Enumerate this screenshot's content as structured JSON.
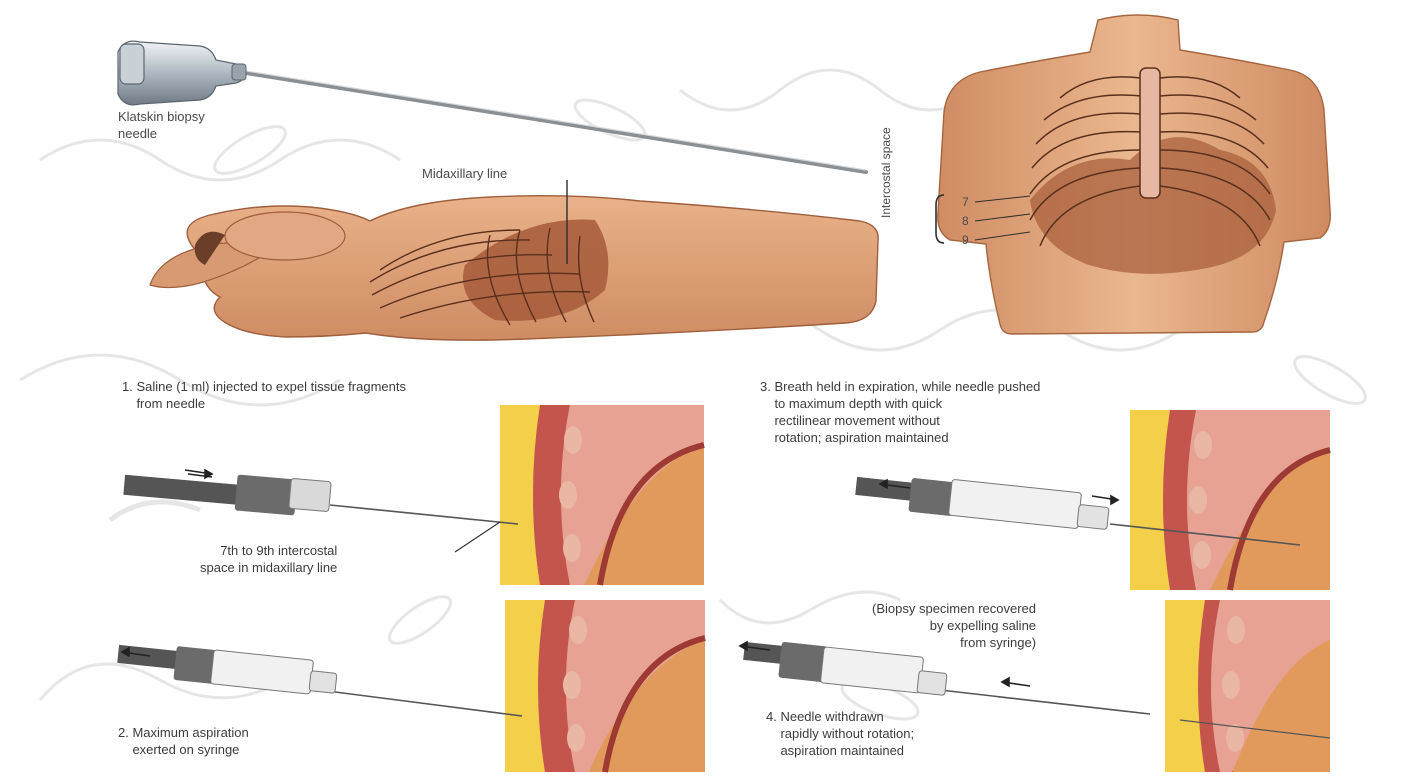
{
  "colors": {
    "skin": "#dfa47c",
    "skin_dark": "#b9744e",
    "liver": "#9a4e33",
    "fat": "#f4cf4a",
    "muscle": "#c4554c",
    "pleura": "#e7a294",
    "tissue": "#e29a5c",
    "rib": "#eab7a5",
    "syringe": "#e9e9e9",
    "plunger": "#6b6b6b",
    "ink": "#3a3a3a",
    "watermark": "#e6e6e6"
  },
  "labels": {
    "needle": "Klatskin biopsy\nneedle",
    "midaxillary": "Midaxillary line",
    "intercostal_space": "Intercostal space",
    "rib7": "7",
    "rib8": "8",
    "rib9": "9",
    "step1": "1. Saline (1 ml) injected to expel tissue fragments\n    from needle",
    "site": "7th to 9th intercostal\nspace in midaxillary line",
    "step2": "2. Maximum aspiration\n    exerted on syringe",
    "step3": "3. Breath held in expiration, while needle pushed\n    to maximum depth with quick\n    rectilinear movement without\n    rotation; aspiration maintained",
    "recovered": "(Biopsy specimen recovered\nby expelling saline\nfrom syringe)",
    "step4": "4. Needle withdrawn\n    rapidly without rotation;\n    aspiration maintained"
  }
}
